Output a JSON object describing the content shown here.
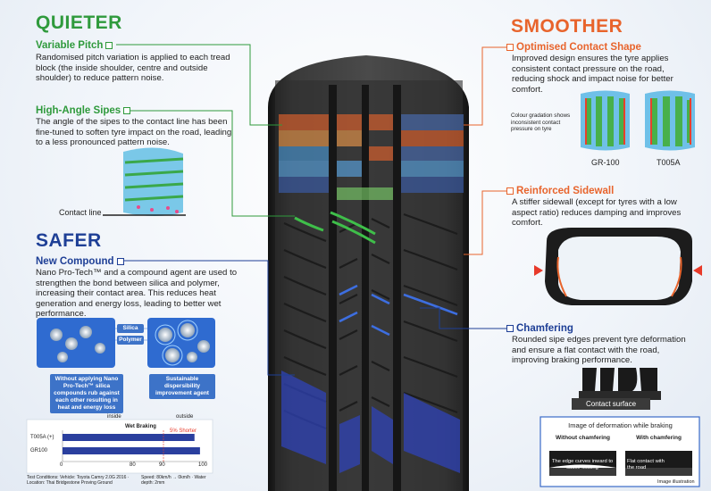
{
  "quieter": {
    "heading": "QUIETER",
    "variable_pitch": {
      "title": "Variable Pitch",
      "body": "Randomised pitch variation is applied to each tread block (the inside shoulder, centre and outside shoulder) to reduce pattern noise."
    },
    "high_angle_sipes": {
      "title": "High-Angle Sipes",
      "body": "The angle of the sipes to the contact line has been fine-tuned to soften tyre impact on the road, leading to a less pronounced pattern noise."
    },
    "contact_line_label": "Contact line"
  },
  "safer": {
    "heading": "SAFER",
    "new_compound": {
      "title": "New Compound",
      "body": "Nano Pro-Tech™ and a compound agent are used to strengthen the bond between silica and polymer, increasing their contact area. This reduces heat generation and energy loss, leading to better wet performance."
    },
    "silica_label": "Silica",
    "polymer_label": "Polymer",
    "without_note": "Without applying Nano Pro-Tech™ silica compounds rub against each other resulting in heat and energy loss",
    "dispersibility_note": "Sustainable dispersibility improvement agent"
  },
  "smoother": {
    "heading": "SMOOTHER",
    "optimised_contact": {
      "title": "Optimised Contact Shape",
      "body": "Improved design ensures the tyre applies consistent contact pressure on the road, reducing shock and impact noise for better comfort."
    },
    "gradation_note": "Colour gradation shows inconsistent contact pressure on tyre",
    "footprint_left": "GR-100",
    "footprint_right": "T005A",
    "reinforced_sidewall": {
      "title": "Reinforced Sidewall",
      "body": "A stiffer sidewall (except for tyres with a low aspect ratio) reduces damping and improves comfort."
    },
    "chamfering": {
      "title": "Chamfering",
      "body": "Rounded sipe edges prevent tyre deformation and ensure a flat contact with the road, improving braking performance."
    },
    "contact_surface_label": "Contact surface",
    "deformation_title": "Image of deformation while braking",
    "without_chamfering": "Without chamfering",
    "with_chamfering": "With chamfering",
    "edge_curves_note": "The edge curves inward to cause floating",
    "flat_contact_note": "Flat contact with the road",
    "image_illustration": "Image illustration"
  },
  "chart_data": {
    "type": "bar",
    "title": "Wet Braking",
    "inside_label": "inside",
    "outside_label": "outside",
    "categories": [
      "T005A (+)",
      "GR100"
    ],
    "values": [
      96,
      100
    ],
    "xlim": [
      0,
      100
    ],
    "xticks": [
      "0",
      "80",
      "90",
      "100"
    ],
    "annotation": "5% Shorter",
    "test_conditions": "Test Conditions: Vehicle: Toyota Camry 2.0G 2016 · Location: Thai Bridgestone Proving Ground",
    "speed_note": "Speed: 80km/h → 0km/h · Water depth: 2mm"
  },
  "colors": {
    "green": "#2f9a3c",
    "orange": "#e8642c",
    "blue": "#1e3f96"
  }
}
